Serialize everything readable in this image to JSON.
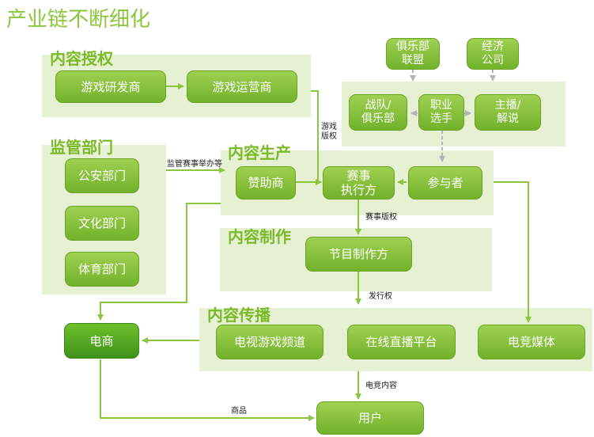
{
  "title": "产业链不断细化",
  "panels": {
    "content_license": "内容授权",
    "regulators": "监管部门",
    "content_production": "内容生产",
    "content_making": "内容制作",
    "content_distribution": "内容传播"
  },
  "nodes": {
    "game_developer": "游戏研发商",
    "game_operator": "游戏运营商",
    "public_security": "公安部门",
    "culture_dept": "文化部门",
    "sports_dept": "体育部门",
    "club_alliance": "俱乐部\n联盟",
    "agency": "经济\n公司",
    "team_club": "战队/\n俱乐部",
    "pro_player": "职业\n选手",
    "streamer": "主播/\n解说",
    "sponsor": "赞助商",
    "event_operator": "赛事\n执行方",
    "participants": "参与者",
    "program_producer": "节目制作方",
    "ecommerce": "电商",
    "tv_game_channel": "电视游戏频道",
    "live_platform": "在线直播平台",
    "esports_media": "电竞媒体",
    "user": "用户"
  },
  "edge_labels": {
    "game_rights": "游戏\n版权",
    "regulation": "监管赛事举办等",
    "event_rights": "赛事版权",
    "distribution_rights": "发行权",
    "esports_content": "电竞内容",
    "goods": "商品"
  },
  "colors": {
    "panel": "#e6f0d2",
    "node": "#8cc63f",
    "node_dark": "#4ea020",
    "title": "#8cc63f",
    "arrow": "#8cc63f",
    "dashed_arrow": "#b4b4b4"
  }
}
